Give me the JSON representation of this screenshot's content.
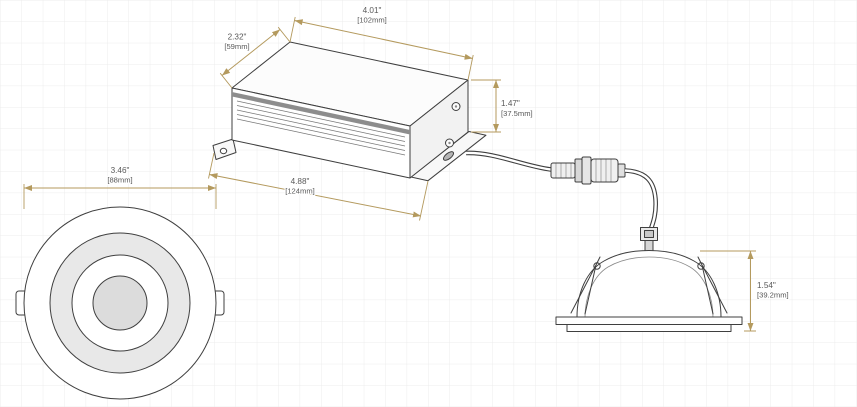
{
  "colors": {
    "background": "#ffffff",
    "grid": "#ececec",
    "outline": "#3f3f3f",
    "dimension_lines": "#b49a5e",
    "dimension_text": "#595959"
  },
  "dimensions": {
    "trim_diameter": {
      "inches": "3.46\"",
      "mm": "[88mm]"
    },
    "driver_length": {
      "inches": "4.01\"",
      "mm": "[102mm]"
    },
    "driver_width": {
      "inches": "2.32\"",
      "mm": "[59mm]"
    },
    "driver_height": {
      "inches": "1.47\"",
      "mm": "[37.5mm]"
    },
    "driver_overall_length": {
      "inches": "4.88\"",
      "mm": "[124mm]"
    },
    "housing_height": {
      "inches": "1.54\"",
      "mm": "[39.2mm]"
    }
  }
}
